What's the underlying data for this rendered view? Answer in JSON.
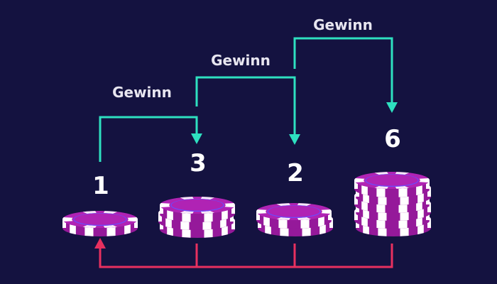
{
  "colors": {
    "background": "#141240",
    "win_arrow": "#2ee0c0",
    "loss_arrow": "#e8305f",
    "chip_top": "#b023b4",
    "chip_side": "#95199a",
    "chip_stripe": "#ffffff",
    "chip_ring": "#6a4cff"
  },
  "steps": [
    {
      "bet": "1",
      "chips": 1
    },
    {
      "bet": "3",
      "chips": 3
    },
    {
      "bet": "2",
      "chips": 2
    },
    {
      "bet": "6",
      "chips": 6
    }
  ],
  "win_labels": [
    "Gewinn",
    "Gewinn",
    "Gewinn"
  ]
}
